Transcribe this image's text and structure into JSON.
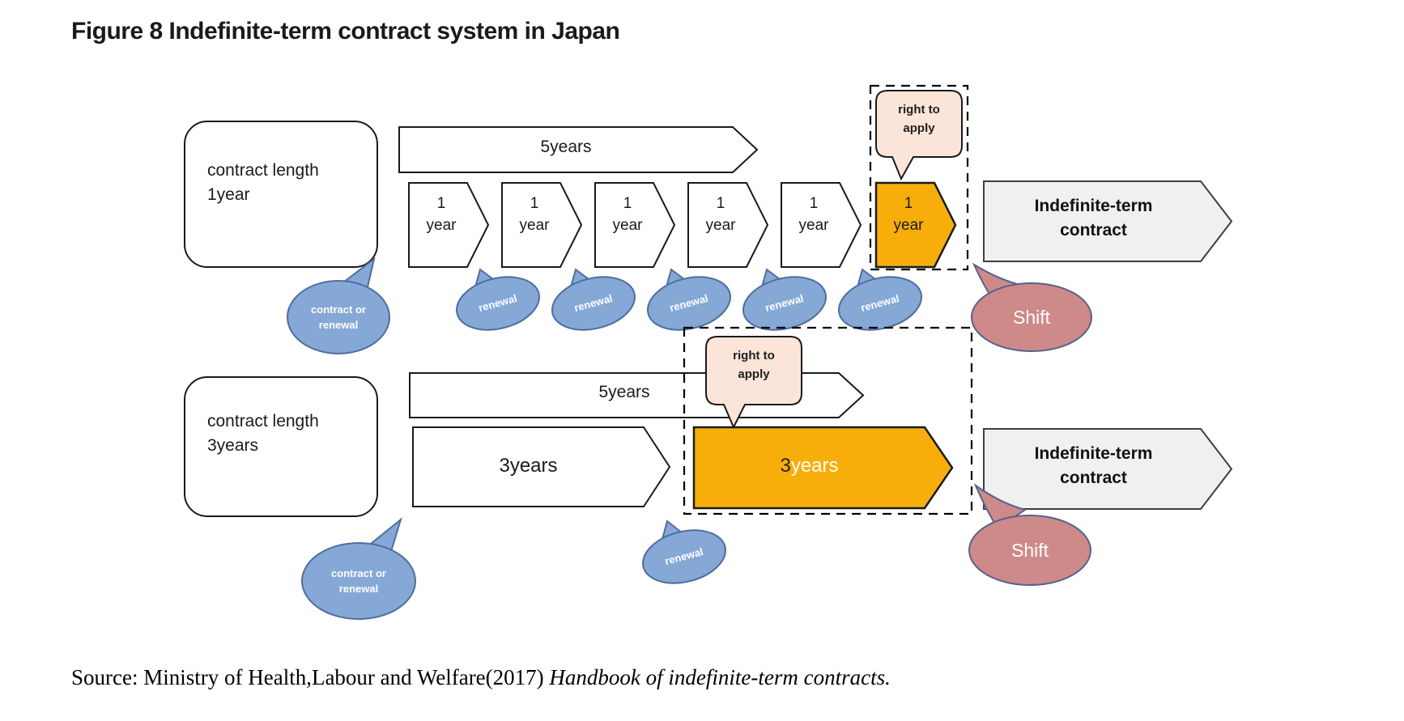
{
  "figure": {
    "title": "Figure 8 Indefinite-term contract system in Japan"
  },
  "colors": {
    "highlight_orange": "#F8AE0A",
    "bubble_blue": "#85A8D6",
    "bubble_blue_stroke": "#4F6D9F",
    "shift_pink": "#CE8A88",
    "shift_pink_stroke": "#56618F",
    "callout_peach": "#FBE5D8",
    "indefinite_gray": "#F0F0F0",
    "outline_black": "#1a1a1a"
  },
  "rows": [
    {
      "id": "row-1year",
      "contract_length": "contract length\n1year",
      "total_duration": "5years",
      "year_segments": [
        "1\nyear",
        "1\nyear",
        "1\nyear",
        "1\nyear",
        "1\nyear"
      ],
      "highlighted_segment": "1\nyear",
      "right_to_apply": "right to\napply",
      "indefinite_term": "Indefinite-term\ncontract",
      "shift": "Shift",
      "contract_or_renewal": "contract or\nrenewal",
      "renewals": [
        "renewal",
        "renewal",
        "renewal",
        "renewal",
        "renewal"
      ]
    },
    {
      "id": "row-3years",
      "contract_length": "contract length\n3years",
      "total_duration": "5years",
      "first_segment": "3years",
      "highlighted_segment": {
        "dark": "3",
        "light": "years"
      },
      "right_to_apply": "right to\napply",
      "indefinite_term": "Indefinite-term\ncontract",
      "shift": "Shift",
      "contract_or_renewal": "contract or\nrenewal",
      "renewals": [
        "renewal"
      ]
    }
  ],
  "source": {
    "prefix": "Source: Ministry of Health,Labour and Welfare(2017) ",
    "italic": "Handbook of indefinite-term contracts."
  }
}
